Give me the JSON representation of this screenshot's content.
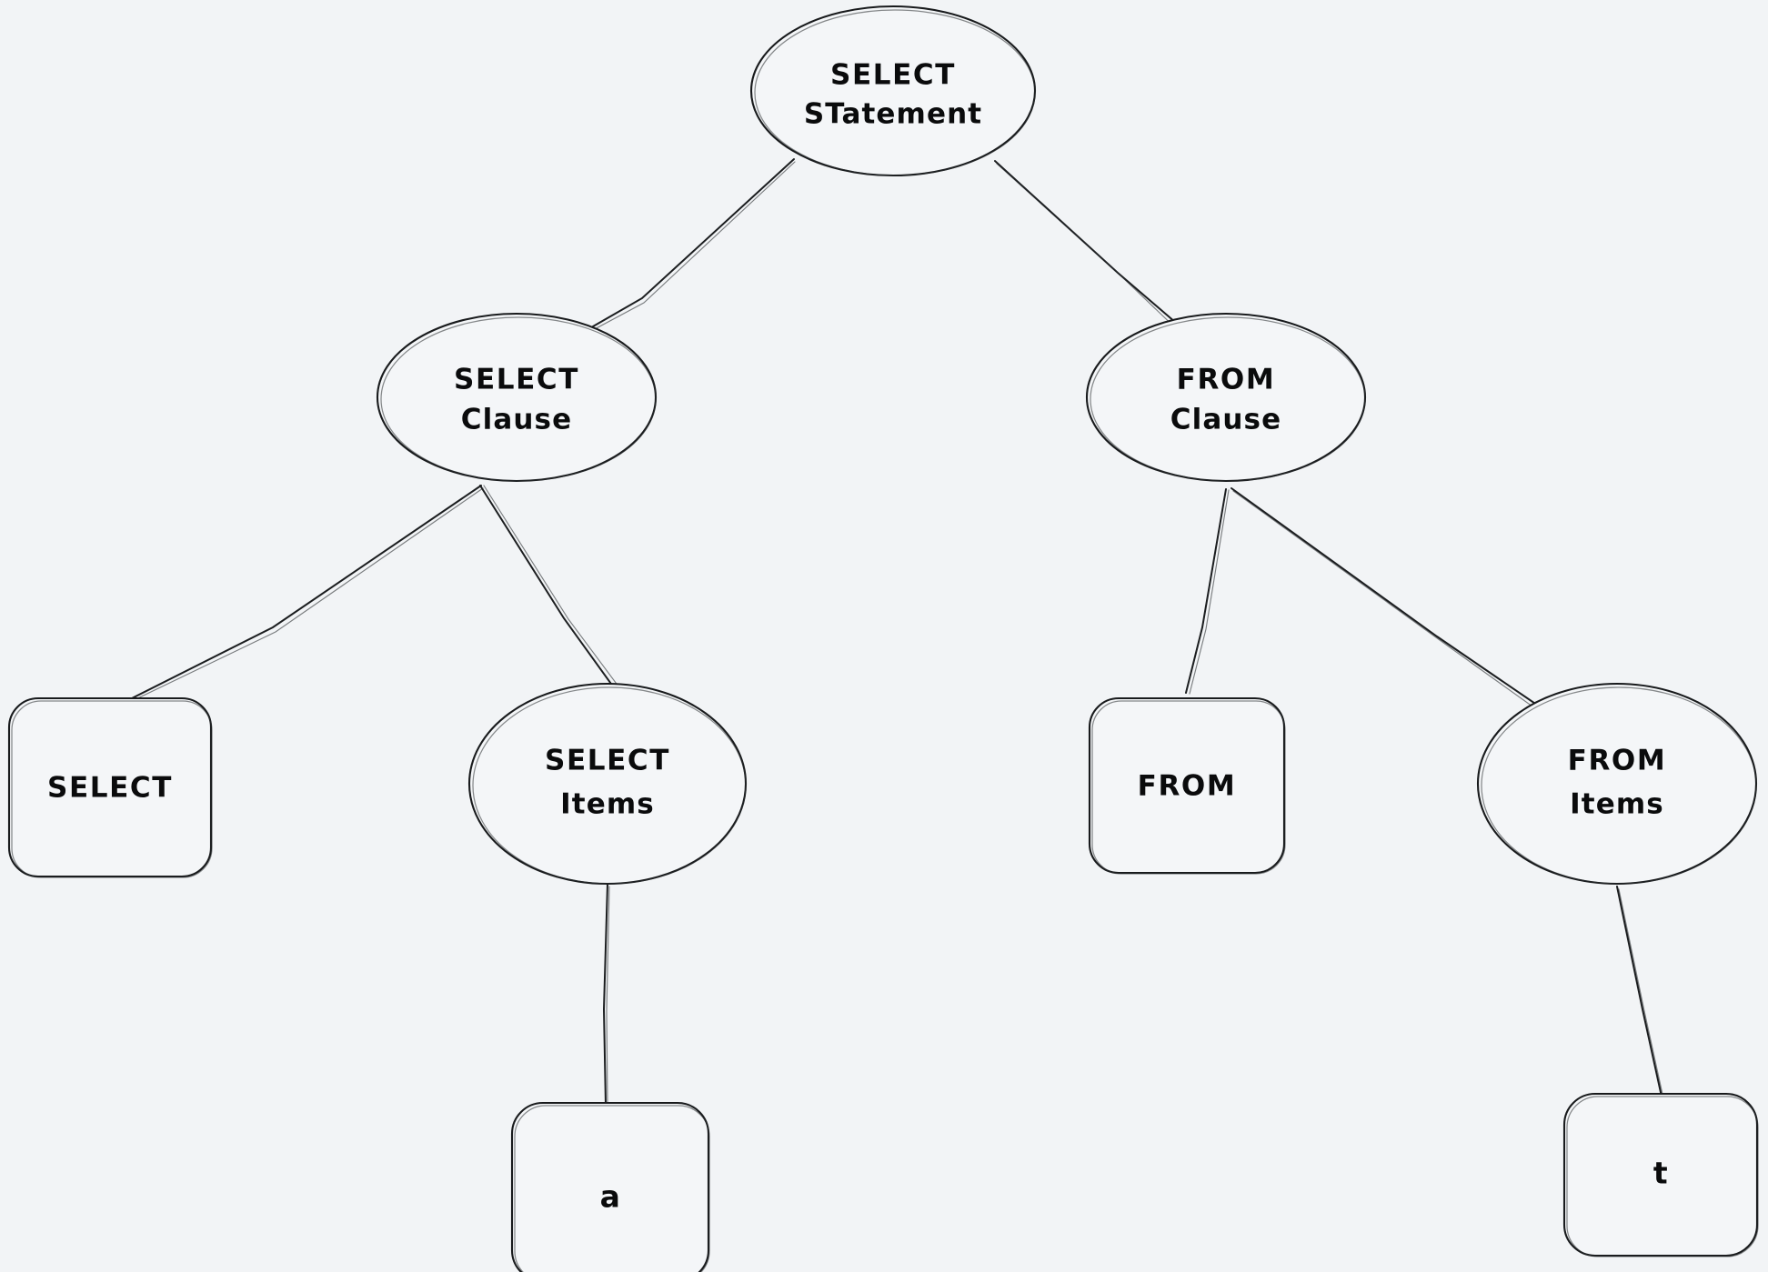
{
  "diagram": {
    "title": "SQL SELECT statement parse tree",
    "style": "hand-drawn",
    "background_color": "#f2f4f6",
    "stroke_color": "#1b1d1f",
    "node_fill_color": "#f4f6f8",
    "nodes": [
      {
        "id": "select-statement",
        "shape": "ellipse",
        "line1": "SELECT",
        "line2": "STatement"
      },
      {
        "id": "select-clause",
        "shape": "ellipse",
        "line1": "SELECT",
        "line2": "Clause"
      },
      {
        "id": "from-clause",
        "shape": "ellipse",
        "line1": "FROM",
        "line2": "Clause"
      },
      {
        "id": "select-terminal",
        "shape": "rounded-rect",
        "line1": "SELECT",
        "line2": ""
      },
      {
        "id": "select-items",
        "shape": "ellipse",
        "line1": "SELECT",
        "line2": "Items"
      },
      {
        "id": "from-terminal",
        "shape": "rounded-rect",
        "line1": "FROM",
        "line2": ""
      },
      {
        "id": "from-items",
        "shape": "ellipse",
        "line1": "FROM",
        "line2": "Items"
      },
      {
        "id": "column-a",
        "shape": "rounded-rect",
        "line1": "a",
        "line2": ""
      },
      {
        "id": "table-t",
        "shape": "rounded-rect",
        "line1": "t",
        "line2": ""
      }
    ],
    "edges": [
      {
        "from": "select-statement",
        "to": "select-clause"
      },
      {
        "from": "select-statement",
        "to": "from-clause"
      },
      {
        "from": "select-clause",
        "to": "select-terminal"
      },
      {
        "from": "select-clause",
        "to": "select-items"
      },
      {
        "from": "from-clause",
        "to": "from-terminal"
      },
      {
        "from": "from-clause",
        "to": "from-items"
      },
      {
        "from": "select-items",
        "to": "column-a"
      },
      {
        "from": "from-items",
        "to": "table-t"
      }
    ]
  }
}
